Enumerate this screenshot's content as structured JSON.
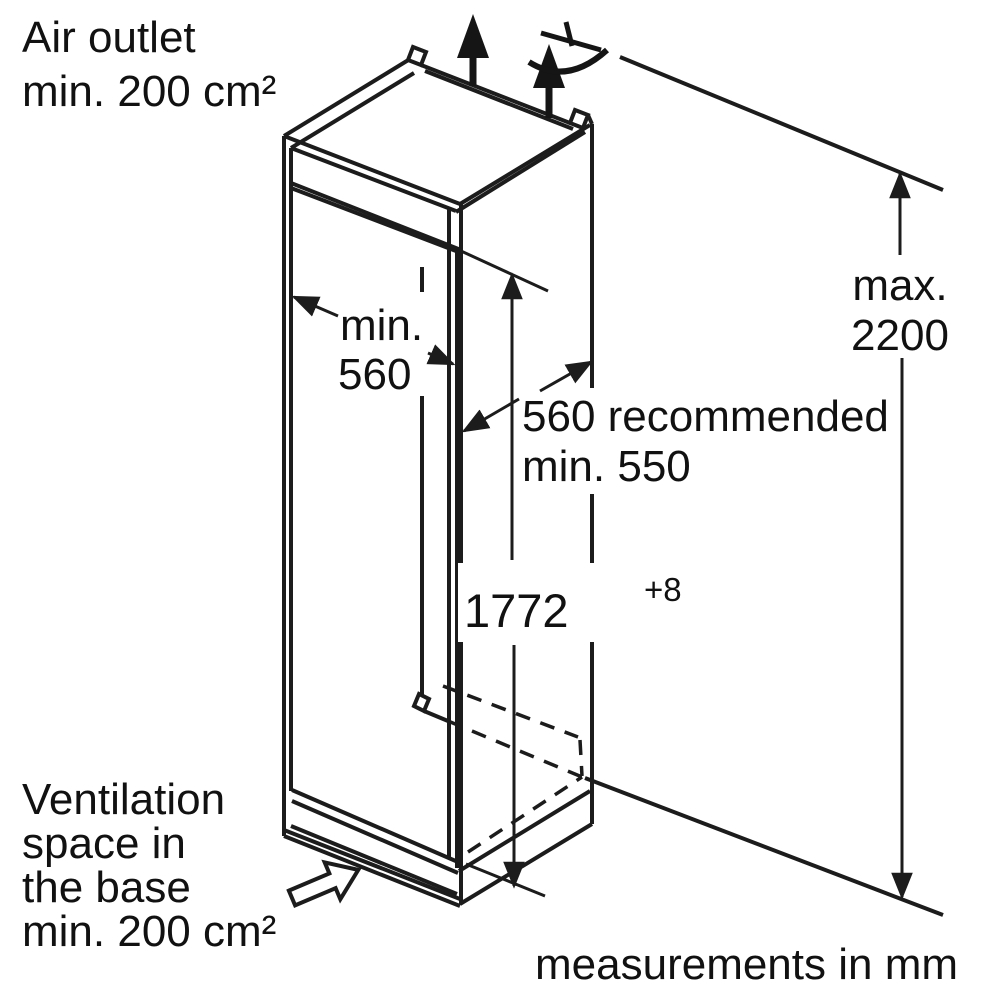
{
  "labels": {
    "air_outlet": {
      "line1": "Air outlet",
      "line2": "min. 200 cm²"
    },
    "ventilation": {
      "line1": "Ventilation",
      "line2": "space in",
      "line3": "the base",
      "line4": "min. 200 cm²"
    },
    "units_note": "measurements in mm"
  },
  "dimensions": {
    "niche_width": {
      "line1": "min.",
      "line2": "560"
    },
    "niche_depth": {
      "line1": "560 recommended",
      "line2": "min. 550"
    },
    "niche_height": {
      "value": "1772",
      "tolerance": "+8"
    },
    "overall_height": {
      "line1": "max.",
      "line2": "2200"
    }
  },
  "icons": {
    "air_up": "arrow-up",
    "air_over_top": "curved-flow-arrow",
    "base_inflow": "block-arrow-up-right"
  },
  "colors": {
    "line": "#1c1c1c",
    "background": "#ffffff"
  }
}
